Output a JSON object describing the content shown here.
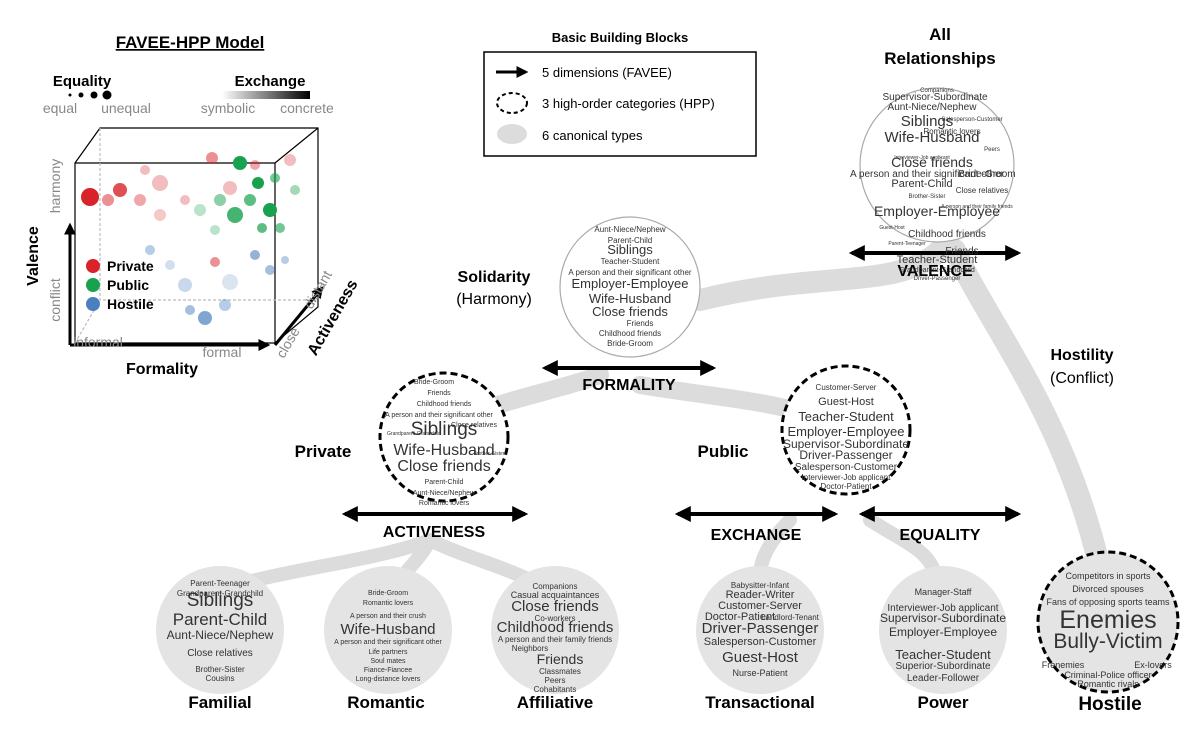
{
  "model": {
    "title": "FAVEE-HPP Model",
    "equality": {
      "label": "Equality",
      "left": "equal",
      "right": "unequal"
    },
    "exchange": {
      "label": "Exchange",
      "left": "symbolic",
      "right": "concrete"
    },
    "valence": {
      "label": "Valence",
      "top": "harmony",
      "bottom": "conflict"
    },
    "formality": {
      "label": "Formality",
      "left": "informal",
      "right": "formal"
    },
    "activeness": {
      "label": "Activeness",
      "near": "close",
      "far": "distant"
    },
    "legend": [
      {
        "label": "Private",
        "color": "#d8232a"
      },
      {
        "label": "Public",
        "color": "#18a14e"
      },
      {
        "label": "Hostile",
        "color": "#4c7fc0"
      }
    ]
  },
  "key": {
    "title": "Basic Building Blocks",
    "items": [
      "5 dimensions (FAVEE)",
      "3 high-order categories (HPP)",
      "6 canonical types"
    ]
  },
  "axes": {
    "valence": "VALENCE",
    "formality": "FORMALITY",
    "activeness": "ACTIVENESS",
    "exchange": "EXCHANGE",
    "equality": "EQUALITY"
  },
  "headings": {
    "all_line1": "All",
    "all_line2": "Relationships",
    "solidarity": "Solidarity",
    "harmony": "(Harmony)",
    "hostility": "Hostility",
    "conflict": "(Conflict)",
    "private": "Private",
    "public": "Public"
  },
  "clouds": {
    "all": [
      "Companions",
      "Supervisor-Subordinate",
      "Aunt-Niece/Nephew",
      "Salesperson-Customer",
      "Siblings",
      "Romantic lovers",
      "Wife-Husband",
      "Peers",
      "Interviewer-Job applicant",
      "Close friends",
      "Bride-Groom",
      "A person and their significant other",
      "Parent-Child",
      "Close relatives",
      "Brother-Sister",
      "A person and their family friends",
      "Employer-Employee",
      "Guest-Host",
      "Childhood friends",
      "Parent-Teenager",
      "Friends",
      "Teacher-Student",
      "Grandparent-Grandchild",
      "Driver-Passenger"
    ],
    "solidarity": [
      "Aunt-Niece/Nephew",
      "Parent-Child",
      "Siblings",
      "Teacher-Student",
      "A person and their significant other",
      "Employer-Employee",
      "Wife-Husband",
      "Close friends",
      "Friends",
      "Childhood friends",
      "Bride-Groom"
    ],
    "private": [
      "Bride-Groom",
      "Friends",
      "Childhood friends",
      "A person and their significant other",
      "Close relatives",
      "Siblings",
      "Grandparent-Grandchild",
      "Brother-Sister",
      "Wife-Husband",
      "Close friends",
      "Parent-Child",
      "Aunt-Niece/Nephew",
      "Romantic lovers"
    ],
    "public": [
      "Customer-Server",
      "Guest-Host",
      "Teacher-Student",
      "Employer-Employee",
      "Supervisor-Subordinate",
      "Driver-Passenger",
      "Salesperson-Customer",
      "Interviewer-Job applicant",
      "Doctor-Patient"
    ],
    "familial": [
      "Parent-Teenager",
      "Grandparent-Grandchild",
      "Siblings",
      "Parent-Child",
      "Aunt-Niece/Nephew",
      "Close relatives",
      "Brother-Sister",
      "Cousins"
    ],
    "romantic": [
      "Bride-Groom",
      "Romantic lovers",
      "A person and their crush",
      "Wife-Husband",
      "A person and their significant other",
      "Life partners",
      "Soul mates",
      "Fiance-Fiancee",
      "Long-distance lovers"
    ],
    "affiliative": [
      "Companions",
      "Casual acquaintances",
      "Close friends",
      "Co-workers",
      "Childhood friends",
      "A person and their family friends",
      "Neighbors",
      "Friends",
      "Classmates",
      "Peers",
      "Cohabitants"
    ],
    "transactional": [
      "Babysitter-Infant",
      "Reader-Writer",
      "Customer-Server",
      "Landlord-Tenant",
      "Doctor-Patient",
      "Driver-Passenger",
      "Salesperson-Customer",
      "Guest-Host",
      "Nurse-Patient"
    ],
    "power": [
      "Manager-Staff",
      "Interviewer-Job applicant",
      "Supervisor-Subordinate",
      "Employer-Employee",
      "Teacher-Student",
      "Superior-Subordinate",
      "Leader-Follower"
    ],
    "hostile": [
      "Competitors in sports",
      "Divorced spouses",
      "Fans of opposing sports teams",
      "Enemies",
      "Bully-Victim",
      "Frenemies",
      "Ex-lovers",
      "Criminal-Police officer",
      "Romantic rivals"
    ]
  },
  "types": {
    "familial": "Familial",
    "romantic": "Romantic",
    "affiliative": "Affiliative",
    "transactional": "Transactional",
    "power": "Power",
    "hostile": "Hostile"
  },
  "colors": {
    "band": "#dcdcdc",
    "bubble": "#e4e4e4",
    "arrow": "#000000"
  }
}
